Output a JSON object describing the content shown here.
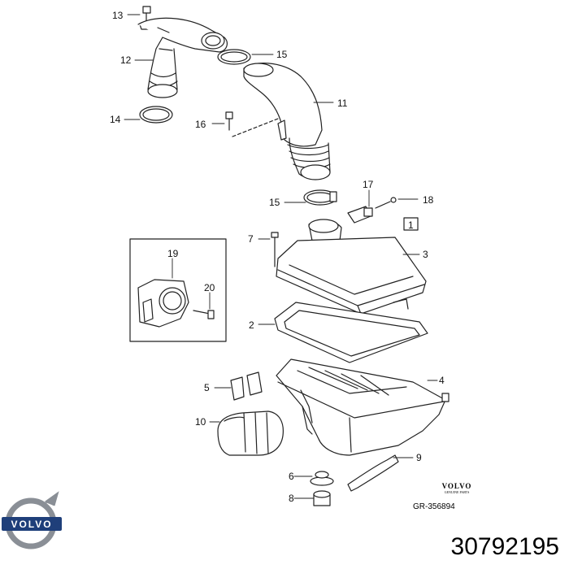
{
  "callouts": {
    "c1": "1",
    "c2": "2",
    "c3": "3",
    "c4": "4",
    "c5": "5",
    "c6": "6",
    "c7": "7",
    "c8": "8",
    "c9": "9",
    "c10": "10",
    "c11": "11",
    "c12": "12",
    "c13": "13",
    "c14": "14",
    "c15a": "15",
    "c15b": "15",
    "c16": "16",
    "c17": "17",
    "c18": "18",
    "c19": "19",
    "c20": "20"
  },
  "brand": {
    "name": "VOLVO",
    "sub": "GENUINE PARTS",
    "logo_text": "VOLVO"
  },
  "reference": "GR-356894",
  "part_number": "30792195"
}
